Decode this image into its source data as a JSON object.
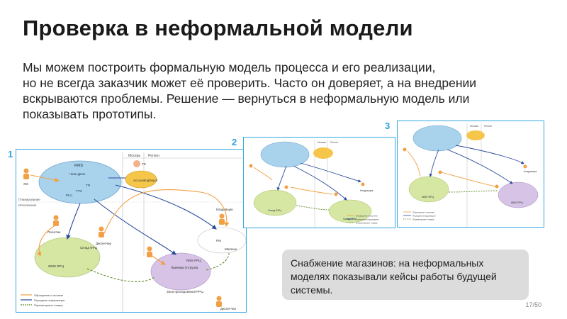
{
  "slide": {
    "title": "Проверка в неформальной модели",
    "body_lines": [
      "Мы можем построить формальную модель процесса и его реализации,",
      "но не всегда заказчик может её проверить. Часто он доверяет, а на внедрении",
      "вскрываются проблемы. Решение — вернуться в неформальную модель или",
      "показывать прототипы."
    ],
    "callout_lines": [
      "Снабжение магазинов: на неформальных",
      "моделях показывали кейсы работы будущей",
      "системы."
    ],
    "page_number": "17/50"
  },
  "diagrams": [
    {
      "number": "1",
      "region_labels": [
        "Москва",
        "Регион"
      ],
      "hub_label": "RMS",
      "hub_items": [
        "Чили Депо",
        "ТЯ",
        "ТТН",
        "PLU"
      ],
      "nodes": [
        "ХМ",
        "Логистик",
        "Диспетчер",
        "Кладовщик",
        "Магазин",
        "WMS ФРЦ",
        "Склад ФРЦ",
        "RMS РРЦ",
        "Приемка Отгрузка",
        "Зона просадования РРЦ",
        "Диспетчер",
        "TS",
        "AccountingDepot",
        "PM"
      ],
      "side_labels": [
        "Планирование",
        "Исполнение"
      ],
      "legend": [
        "Обращение к системе",
        "Передача информации",
        "Перемещение товара"
      ]
    },
    {
      "number": "2",
      "region_labels": [
        "Москва",
        "Регион"
      ],
      "nodes": [
        "Склад ФРЦ",
        "Склад РРЦ",
        "Кладовщик"
      ],
      "legend": [
        "Обращение к системе",
        "Передача информации",
        "Перемещение товара"
      ]
    },
    {
      "number": "3",
      "region_labels": [
        "Москва",
        "Регион"
      ],
      "nodes": [
        "WMS ФРЦ",
        "WMS РРЦ",
        "Кладовщик"
      ],
      "legend": [
        "Обращение к системе",
        "Передача информации",
        "Перемещение товара"
      ]
    }
  ],
  "colors": {
    "accent": "#29a3dc",
    "hub_fill": "#a9d3ec",
    "green_zone": "#d6e6a3",
    "purple_zone": "#d6c3e6",
    "arrow_blue": "#2a4a9a",
    "arrow_orange": "#f2a043",
    "arrow_green": "#5c8a2a",
    "callout_bg": "#dcdcdc"
  }
}
